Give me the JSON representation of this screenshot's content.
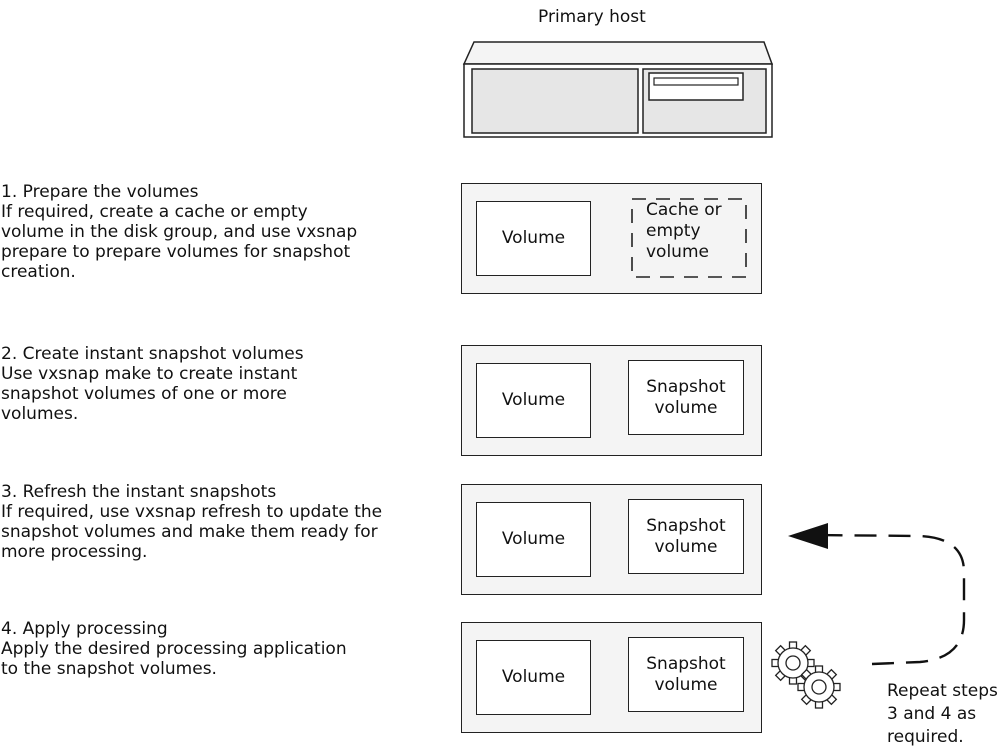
{
  "host": {
    "title": "Primary host"
  },
  "steps": [
    {
      "lines": [
        "1. Prepare the volumes",
        "If required, create a cache or empty",
        "volume in the disk group, and use vxsnap",
        "prepare to prepare volumes for snapshot",
        "creation."
      ],
      "left_box": "Volume",
      "right_box": [
        "Cache or",
        "empty",
        "volume"
      ],
      "right_box_style": "dashed"
    },
    {
      "lines": [
        "2. Create instant snapshot volumes",
        "Use vxsnap make to create instant",
        "snapshot volumes of one or more",
        "volumes."
      ],
      "left_box": "Volume",
      "right_box": [
        "Snapshot",
        "volume"
      ],
      "right_box_style": "solid"
    },
    {
      "lines": [
        "3. Refresh the instant snapshots",
        "If required, use vxsnap refresh to update the",
        "snapshot volumes and make them ready for",
        "more processing."
      ],
      "left_box": "Volume",
      "right_box": [
        "Snapshot",
        "volume"
      ],
      "right_box_style": "solid"
    },
    {
      "lines": [
        "4. Apply processing",
        "Apply the desired processing application",
        "to the snapshot volumes."
      ],
      "left_box": "Volume",
      "right_box": [
        "Snapshot",
        "volume"
      ],
      "right_box_style": "solid",
      "icon": "gears-icon"
    }
  ],
  "repeat_note": [
    "Repeat steps",
    "3 and 4 as",
    "required."
  ]
}
